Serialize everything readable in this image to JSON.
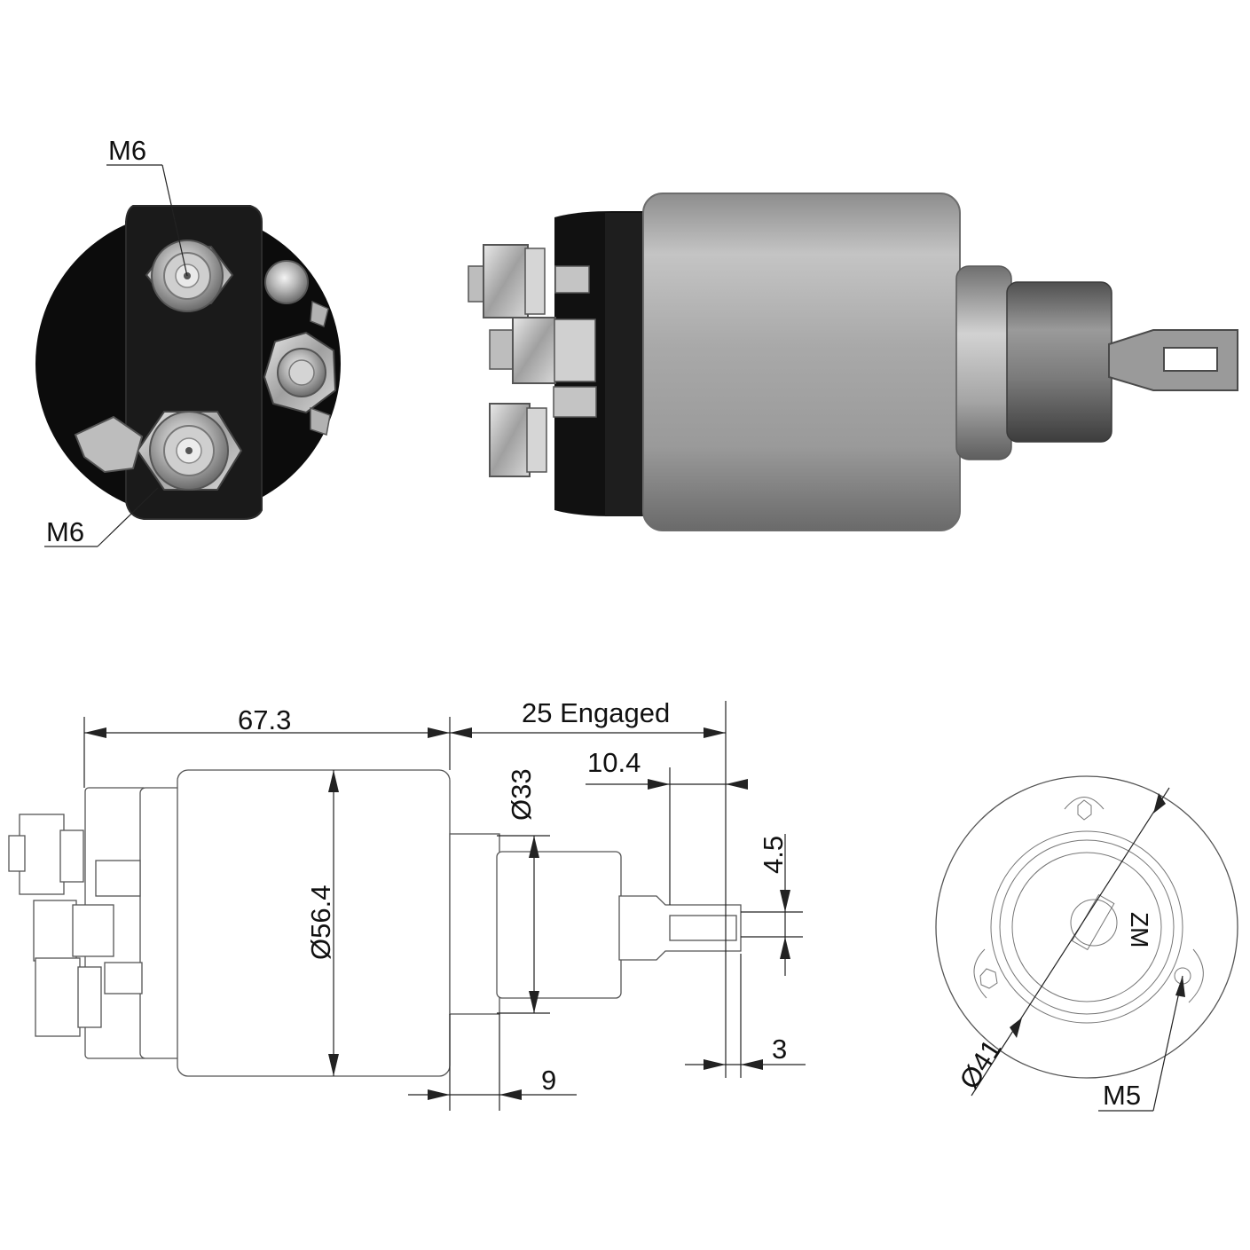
{
  "photo_labels": {
    "terminal_top": "M6",
    "terminal_bottom": "M6"
  },
  "drawing_labels": {
    "body_length": "67.3",
    "stroke_engaged": "25 Engaged",
    "plunger_offset": "10.4",
    "plunger_diameter": "Ø33",
    "slot_width": "4.5",
    "body_diameter": "Ø56.4",
    "tip_thickness": "3",
    "flange_width": "9",
    "bolt_circle": "Ø41",
    "mount_thread": "M5",
    "brand_mark": "ZM"
  },
  "colors": {
    "metal_light": "#c9c9c9",
    "metal_dark": "#6b6b6b",
    "bakelite": "#0c0c0c",
    "line": "#222222"
  }
}
